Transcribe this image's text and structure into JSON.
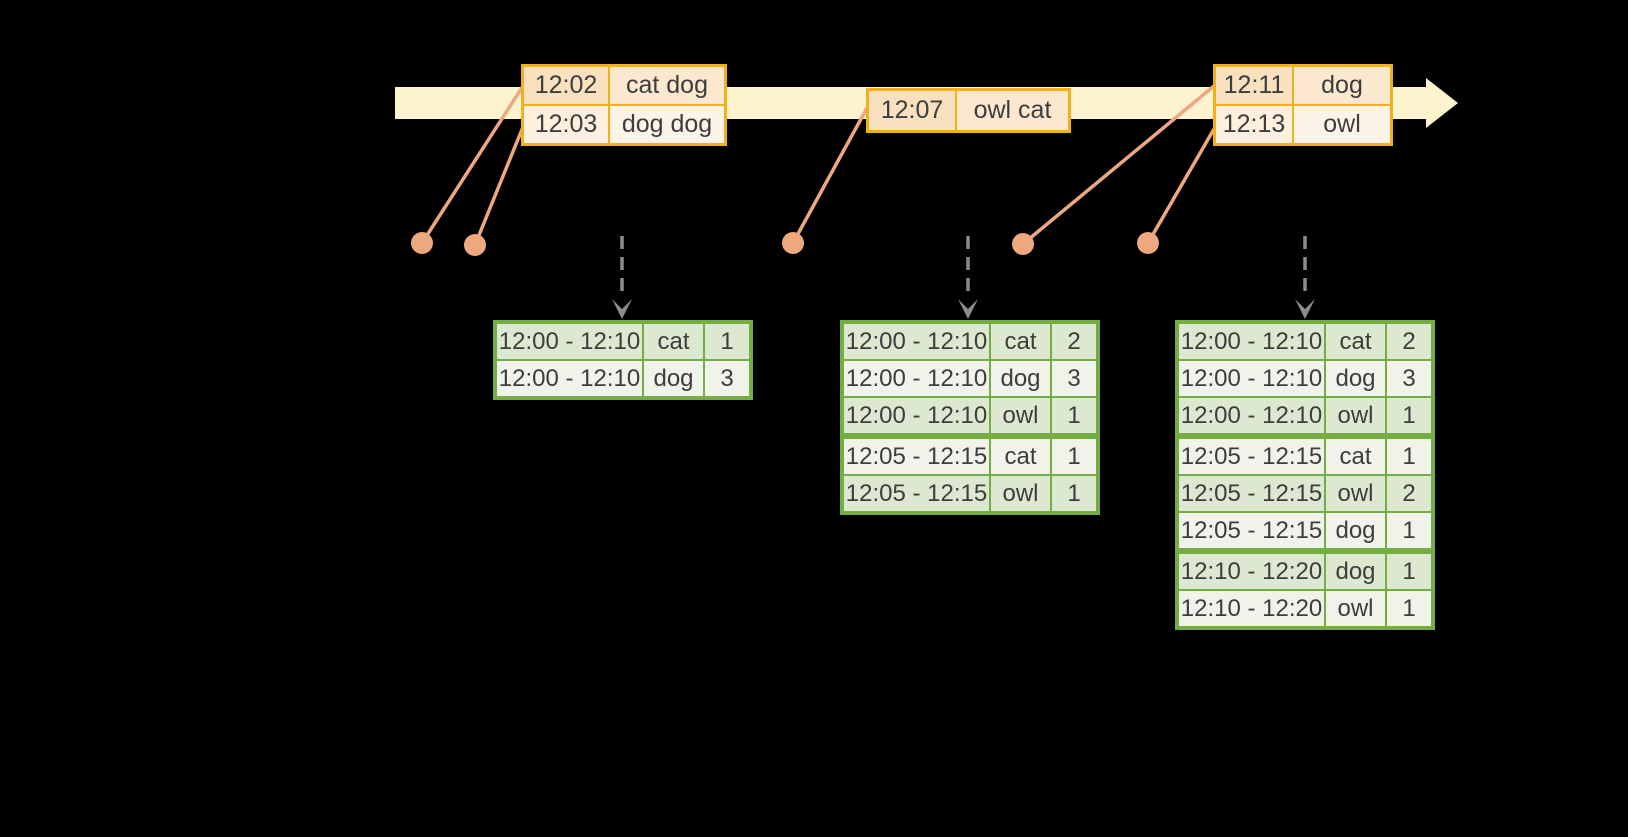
{
  "diagram": {
    "description": "timeline-with-windowed-counts",
    "timeline": {
      "kind": "arrow-band"
    },
    "input_tables": [
      {
        "name": "input-batch-1",
        "rows": [
          {
            "time": "12:02",
            "words": "cat dog"
          },
          {
            "time": "12:03",
            "words": "dog dog"
          }
        ]
      },
      {
        "name": "input-batch-2",
        "rows": [
          {
            "time": "12:07",
            "words": "owl cat"
          }
        ]
      },
      {
        "name": "input-batch-3",
        "rows": [
          {
            "time": "12:11",
            "words": "dog"
          },
          {
            "time": "12:13",
            "words": "owl"
          }
        ]
      }
    ],
    "result_tables": [
      {
        "name": "result-table-1",
        "rows": [
          {
            "window": "12:00 - 12:10",
            "word": "cat",
            "count": "1"
          },
          {
            "window": "12:00 - 12:10",
            "word": "dog",
            "count": "3"
          }
        ]
      },
      {
        "name": "result-table-2",
        "rows": [
          {
            "window": "12:00 - 12:10",
            "word": "cat",
            "count": "2"
          },
          {
            "window": "12:00 - 12:10",
            "word": "dog",
            "count": "3"
          },
          {
            "window": "12:00 - 12:10",
            "word": "owl",
            "count": "1"
          },
          {
            "window": "12:05 - 12:15",
            "word": "cat",
            "count": "1"
          },
          {
            "window": "12:05 - 12:15",
            "word": "owl",
            "count": "1"
          }
        ]
      },
      {
        "name": "result-table-3",
        "rows": [
          {
            "window": "12:00 - 12:10",
            "word": "cat",
            "count": "2"
          },
          {
            "window": "12:00 - 12:10",
            "word": "dog",
            "count": "3"
          },
          {
            "window": "12:00 - 12:10",
            "word": "owl",
            "count": "1"
          },
          {
            "window": "12:05 - 12:15",
            "word": "cat",
            "count": "1"
          },
          {
            "window": "12:05 - 12:15",
            "word": "owl",
            "count": "2"
          },
          {
            "window": "12:05 - 12:15",
            "word": "dog",
            "count": "1"
          },
          {
            "window": "12:10 - 12:20",
            "word": "dog",
            "count": "1"
          },
          {
            "window": "12:10 - 12:20",
            "word": "owl",
            "count": "1"
          }
        ]
      }
    ],
    "colors": {
      "background": "#000000",
      "timeline_band": "#fdf3cf",
      "input_table_border": "#f0b11a",
      "result_table_border": "#73ad43",
      "event_connector": "#eda87e",
      "mapping_arrow": "#8c8c8c",
      "text": "#3d3d3d"
    }
  }
}
